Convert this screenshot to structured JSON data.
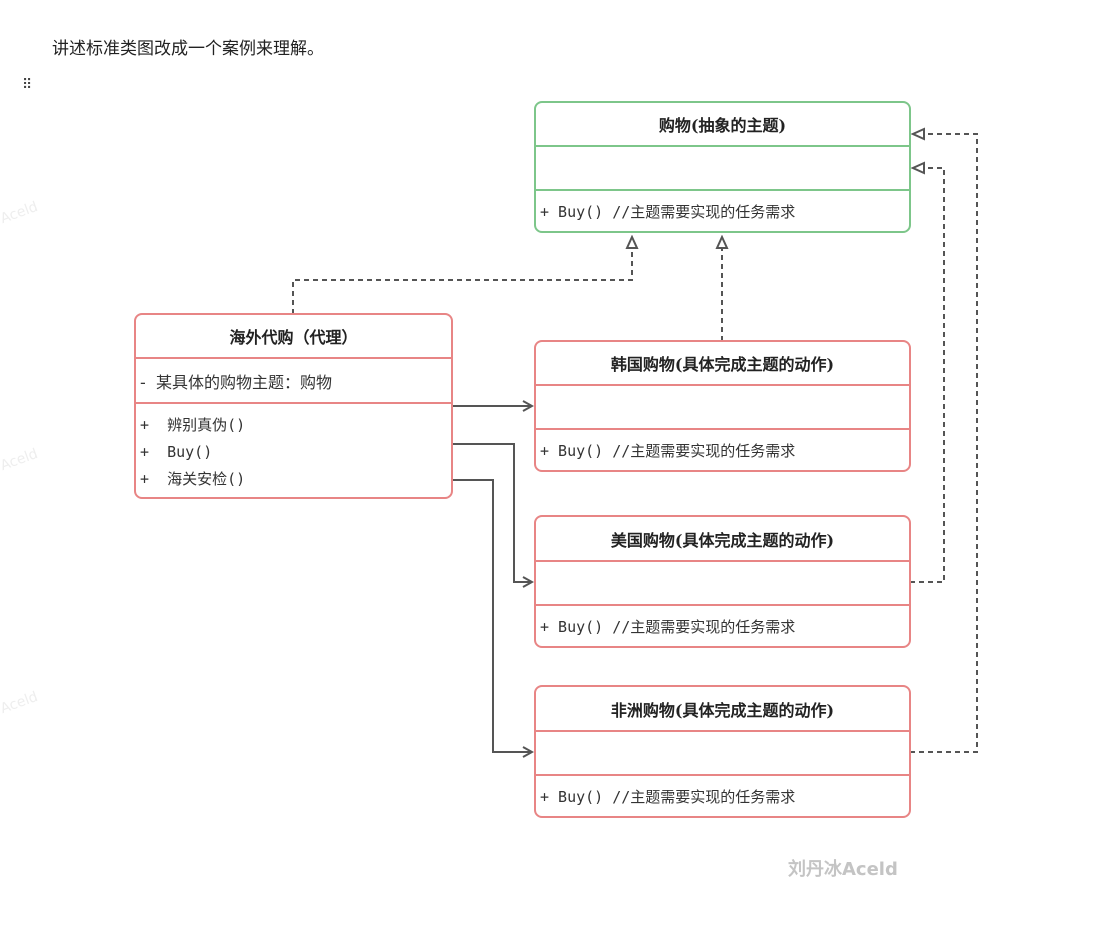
{
  "intro_text": "讲述标准类图改成一个案例来理解。",
  "drag_handle_icon": "drag-handle-icon",
  "colors": {
    "subject_border": "#7dc68a",
    "class_border": "#e88585",
    "arrow": "#555555"
  },
  "subject": {
    "title": "购物(抽象的主题)",
    "method": "+ Buy() //主题需要实现的任务需求"
  },
  "proxy": {
    "title": "海外代购（代理）",
    "attribute": "-  某具体的购物主题：购物",
    "methods": [
      "+  辨别真伪()",
      "+  Buy()",
      "+  海关安检()"
    ]
  },
  "korea": {
    "title": "韩国购物(具体完成主题的动作)",
    "method": "+ Buy() //主题需要实现的任务需求"
  },
  "usa": {
    "title": "美国购物(具体完成主题的动作)",
    "method": "+ Buy() //主题需要实现的任务需求"
  },
  "africa": {
    "title": "非洲购物(具体完成主题的动作)",
    "method": "+ Buy() //主题需要实现的任务需求"
  },
  "watermark": "刘丹冰Aceld",
  "side_watermark": "Aceld"
}
